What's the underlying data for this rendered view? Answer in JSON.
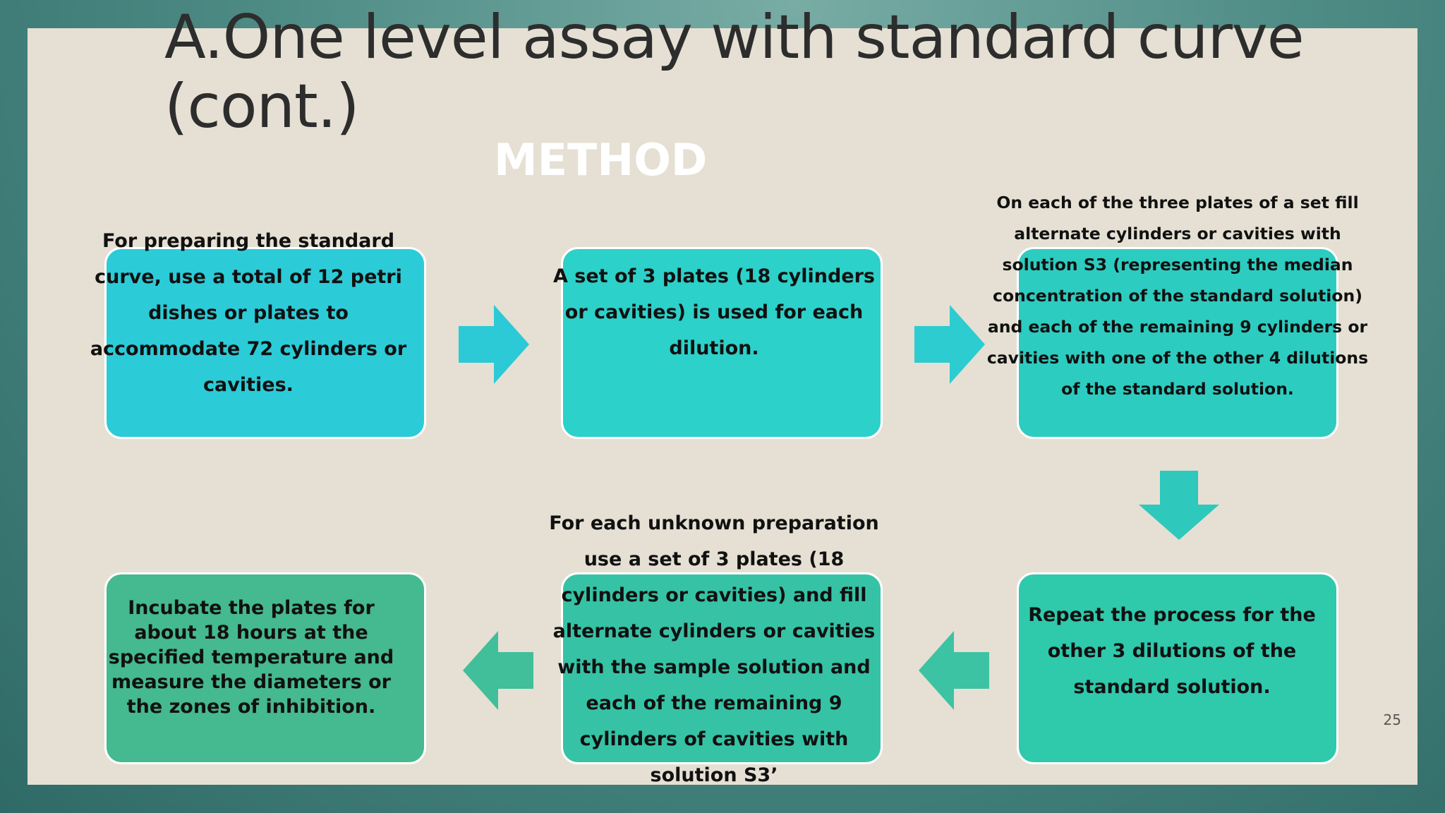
{
  "slide": {
    "title": "A.One level assay with standard curve (cont.)",
    "subtitle": "METHOD",
    "page_number": "25"
  },
  "steps": [
    {
      "text": "For preparing the standard curve, use a total of 12 petri dishes or plates to accommodate 72 cylinders or cavities.",
      "color": "#2bccd8"
    },
    {
      "text": "A set of 3 plates (18 cylinders or cavities) is used for each dilution.",
      "color": "#2cd1c9"
    },
    {
      "text": "On each of the three plates of a set fill alternate cylinders or cavities with solution S3 (representing the median concentration of the standard solution) and each of the remaining 9 cylinders or cavities with one of the other 4 dilutions of the standard solution.",
      "color": "#2dccc0"
    },
    {
      "text": "Repeat the process for the other 3 dilutions of the standard solution.",
      "color": "#2fc9ac"
    },
    {
      "text": "For each unknown preparation use a set of 3 plates (18 cylinders or cavities) and fill alternate cylinders or cavities with the sample solution and each of the remaining 9 cylinders of cavities with solution S3’",
      "color": "#36c3a5"
    },
    {
      "text": "Incubate the plates for about 18 hours at the specified temperature and measure the diameters or the zones of inhibition.",
      "color": "#45b98f"
    }
  ],
  "arrows": [
    {
      "direction": "right",
      "icon": "arrow-right-icon",
      "color": "#2bcad6"
    },
    {
      "direction": "right",
      "icon": "arrow-right-icon",
      "color": "#2cccd0"
    },
    {
      "direction": "down",
      "icon": "arrow-down-icon",
      "color": "#2ec8bc"
    },
    {
      "direction": "left",
      "icon": "arrow-left-icon",
      "color": "#3cc3a3"
    },
    {
      "direction": "left",
      "icon": "arrow-left-icon",
      "color": "#40bf9a"
    }
  ]
}
